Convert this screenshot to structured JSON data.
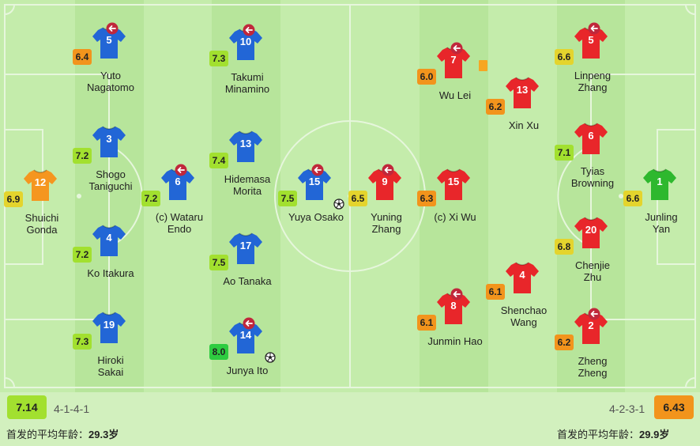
{
  "colors": {
    "excellent": "#2ecc40",
    "high": "#a2e02f",
    "good": "#e4d42d",
    "average": "#f2941c",
    "home_shirt": "#2266d6",
    "away_shirt": "#e8262a",
    "gk_home": "#f5961f",
    "gk_away": "#2eb82e",
    "sub_icon": "#c0273b"
  },
  "home": {
    "team_rating": "7.14",
    "formation": "4-1-4-1",
    "avg_age_label": "首发的平均年龄：",
    "avg_age_value": "29.3岁",
    "players": [
      {
        "number": "12",
        "name": "Shuichi Gonda",
        "rating": "6.9",
        "rating_color": "good",
        "kit": "gk_home",
        "sub": false,
        "card": false,
        "goal": false
      },
      {
        "number": "5",
        "name": "Yuto Nagatomo",
        "rating": "6.4",
        "rating_color": "average",
        "kit": "home",
        "sub": true,
        "card": false,
        "goal": false
      },
      {
        "number": "3",
        "name": "Shogo Taniguchi",
        "rating": "7.2",
        "rating_color": "high",
        "kit": "home",
        "sub": false,
        "card": false,
        "goal": false
      },
      {
        "number": "4",
        "name": "Ko Itakura",
        "rating": "7.2",
        "rating_color": "high",
        "kit": "home",
        "sub": false,
        "card": false,
        "goal": false
      },
      {
        "number": "19",
        "name": "Hiroki Sakai",
        "rating": "7.3",
        "rating_color": "high",
        "kit": "home",
        "sub": false,
        "card": false,
        "goal": false
      },
      {
        "number": "6",
        "name": "(c) Wataru Endo",
        "rating": "7.2",
        "rating_color": "high",
        "kit": "home",
        "sub": true,
        "card": false,
        "goal": false
      },
      {
        "number": "10",
        "name": "Takumi Minamino",
        "rating": "7.3",
        "rating_color": "high",
        "kit": "home",
        "sub": true,
        "card": false,
        "goal": false
      },
      {
        "number": "13",
        "name": "Hidemasa Morita",
        "rating": "7.4",
        "rating_color": "high",
        "kit": "home",
        "sub": false,
        "card": false,
        "goal": false
      },
      {
        "number": "17",
        "name": "Ao Tanaka",
        "rating": "7.5",
        "rating_color": "high",
        "kit": "home",
        "sub": false,
        "card": false,
        "goal": false
      },
      {
        "number": "14",
        "name": "Junya Ito",
        "rating": "8.0",
        "rating_color": "excellent",
        "kit": "home",
        "sub": true,
        "card": false,
        "goal": true
      },
      {
        "number": "15",
        "name": "Yuya Osako",
        "rating": "7.5",
        "rating_color": "high",
        "kit": "home",
        "sub": true,
        "card": false,
        "goal": true
      }
    ]
  },
  "away": {
    "team_rating": "6.43",
    "formation": "4-2-3-1",
    "avg_age_label": "首发的平均年龄：",
    "avg_age_value": "29.9岁",
    "players": [
      {
        "number": "9",
        "name": "Yuning Zhang",
        "rating": "6.5",
        "rating_color": "good",
        "kit": "away",
        "sub": true,
        "card": false,
        "goal": false
      },
      {
        "number": "7",
        "name": "Wu Lei",
        "rating": "6.0",
        "rating_color": "average",
        "kit": "away",
        "sub": true,
        "card": true,
        "goal": false
      },
      {
        "number": "15",
        "name": "(c) Xi Wu",
        "rating": "6.3",
        "rating_color": "average",
        "kit": "away",
        "sub": false,
        "card": false,
        "goal": false
      },
      {
        "number": "8",
        "name": "Junmin Hao",
        "rating": "6.1",
        "rating_color": "average",
        "kit": "away",
        "sub": true,
        "card": false,
        "goal": false
      },
      {
        "number": "13",
        "name": "Xin Xu",
        "rating": "6.2",
        "rating_color": "average",
        "kit": "away",
        "sub": false,
        "card": false,
        "goal": false
      },
      {
        "number": "4",
        "name": "Shenchao Wang",
        "rating": "6.1",
        "rating_color": "average",
        "kit": "away",
        "sub": false,
        "card": false,
        "goal": false
      },
      {
        "number": "5",
        "name": "Linpeng Zhang",
        "rating": "6.6",
        "rating_color": "good",
        "kit": "away",
        "sub": true,
        "card": false,
        "goal": false
      },
      {
        "number": "6",
        "name": "Tyias Browning",
        "rating": "7.1",
        "rating_color": "high",
        "kit": "away",
        "sub": false,
        "card": false,
        "goal": false
      },
      {
        "number": "20",
        "name": "Chenjie Zhu",
        "rating": "6.8",
        "rating_color": "good",
        "kit": "away",
        "sub": false,
        "card": false,
        "goal": false
      },
      {
        "number": "2",
        "name": "Zheng Zheng",
        "rating": "6.2",
        "rating_color": "average",
        "kit": "away",
        "sub": true,
        "card": false,
        "goal": false
      },
      {
        "number": "1",
        "name": "Junling Yan",
        "rating": "6.6",
        "rating_color": "good",
        "kit": "gk_away",
        "sub": false,
        "card": false,
        "goal": false
      }
    ]
  }
}
